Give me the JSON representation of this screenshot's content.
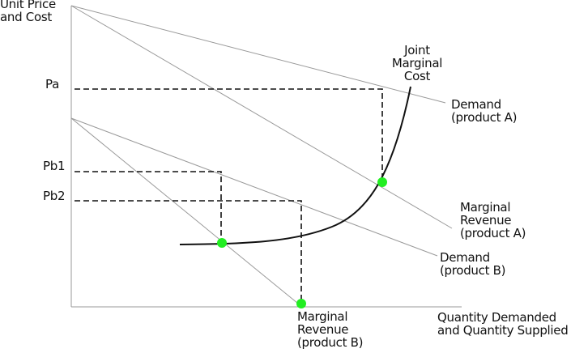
{
  "axes": {
    "y_label": [
      "Unit Price",
      "and Cost"
    ],
    "x_label": [
      "Quantity Demanded",
      "and Quantity Supplied"
    ]
  },
  "price_labels": {
    "pa": "Pa",
    "pb1": "Pb1",
    "pb2": "Pb2"
  },
  "curves": {
    "joint_mc": [
      "Joint",
      "Marginal",
      "Cost"
    ],
    "demand_a": [
      "Demand",
      "(product A)"
    ],
    "mr_a": [
      "Marginal",
      "Revenue",
      "(product A)"
    ],
    "demand_b": [
      "Demand",
      "(product B)"
    ],
    "mr_b": [
      "Marginal",
      "Revenue",
      "(product B)"
    ]
  },
  "colors": {
    "point": "#22ee22",
    "line": "#999999",
    "curve": "#111111"
  }
}
